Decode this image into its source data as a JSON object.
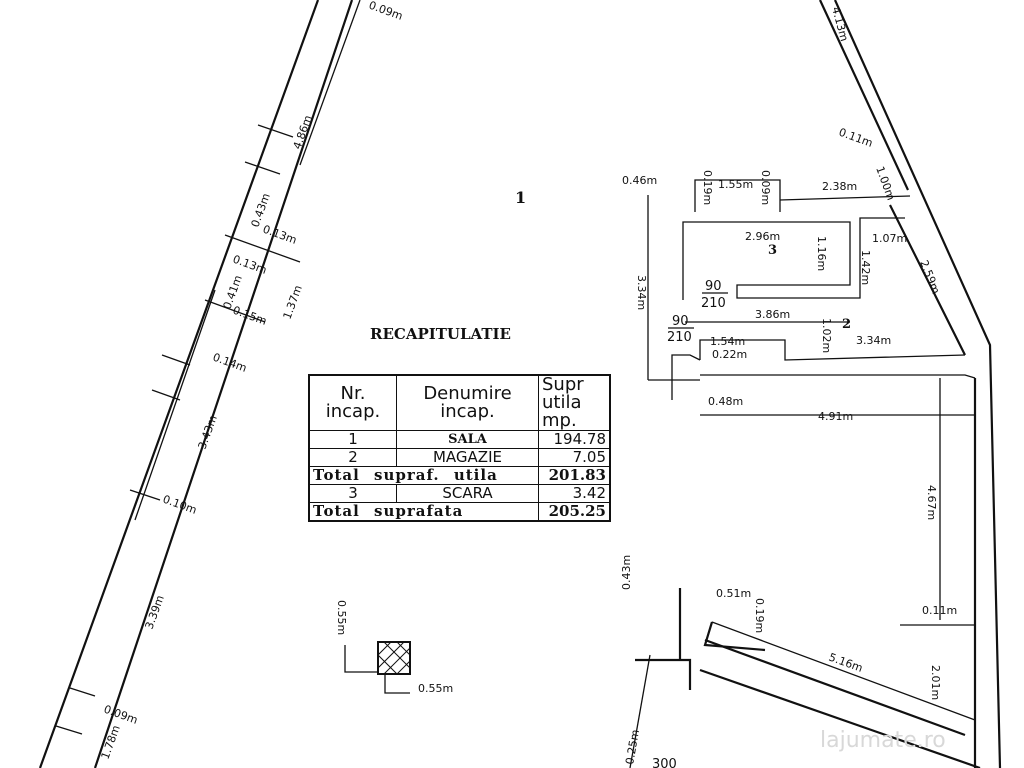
{
  "plan": {
    "room_labels": [
      "1",
      "2",
      "3"
    ],
    "door_labels": [
      {
        "w": "90",
        "h": "210"
      },
      {
        "w": "90",
        "h": "210"
      }
    ],
    "bottom_label": "300",
    "dimensions": [
      "0.09m",
      "4.86m",
      "0.43m",
      "0.13m",
      "0.13m",
      "0.41m",
      "0.15m",
      "1.37m",
      "0.14m",
      "3.43m",
      "0.10m",
      "3.39m",
      "0.09m",
      "1.78m",
      "4.13m",
      "0.11m",
      "1.00m",
      "0.46m",
      "0.19m",
      "1.55m",
      "0.09m",
      "2.38m",
      "2.96m",
      "1.16m",
      "1.07m",
      "1.42m",
      "2.59m",
      "3.86m",
      "1.02m",
      "1.54m",
      "0.22m",
      "3.34m",
      "3.34m",
      "0.48m",
      "4.91m",
      "4.67m",
      "0.55m",
      "0.55m",
      "0.43m",
      "0.51m",
      "0.19m",
      "5.16m",
      "0.11m",
      "2.01m",
      "0.25m"
    ]
  },
  "recap": {
    "title": "RECAPITULATIE",
    "headers": [
      "Nr. incap.",
      "Denumire incap.",
      "Supr utila mp."
    ],
    "rows": [
      {
        "nr": "1",
        "name": "SALA",
        "area": "194.78"
      },
      {
        "nr": "2",
        "name": "MAGAZIE",
        "area": "7.05"
      }
    ],
    "subtotal": {
      "label": "Total supraf. utila",
      "area": "201.83"
    },
    "extra": {
      "nr": "3",
      "name": "SCARA",
      "area": "3.42"
    },
    "total": {
      "label": "Total suprafata",
      "area": "205.25"
    }
  },
  "watermark": "lajumate.ro"
}
